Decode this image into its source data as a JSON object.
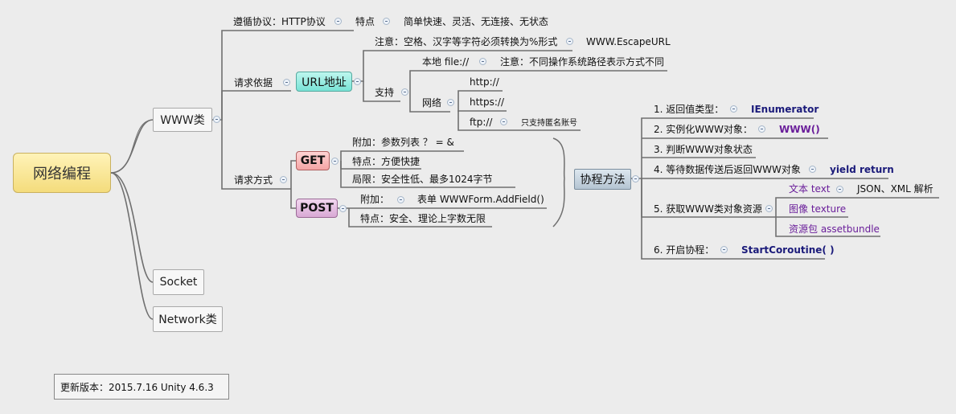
{
  "root": "网络编程",
  "version": "更新版本：2015.7.16  Unity 4.6.3",
  "www": {
    "label": "WWW类",
    "protocol": {
      "label": "遵循协议：HTTP协议",
      "feature": "特点",
      "feature_text": "简单快速、灵活、无连接、无状态"
    },
    "basis": {
      "label": "请求依据",
      "url": "URL地址",
      "note": "注意：空格、汉字等字符必须转换为%形式",
      "escape": "WWW.EscapeURL",
      "support": "支持",
      "local": "本地  file://",
      "local_note": "注意：不同操作系统路径表示方式不同",
      "network": "网络",
      "protocols": [
        "http://",
        "https://",
        "ftp://"
      ],
      "ftp_note": "只支持匿名账号"
    },
    "methods": {
      "label": "请求方式",
      "get": {
        "label": "GET",
        "items": [
          "附加：参数列表  ？ =    &",
          "特点：方便快捷",
          "局限：安全性低、最多1024字节"
        ]
      },
      "post": {
        "label": "POST",
        "attach": "附加：",
        "attach_value": "表单 WWWForm.AddField()",
        "feature": "特点：安全、理论上字数无限"
      }
    },
    "coroutine": {
      "label": "协程方法",
      "steps": [
        {
          "label": "1. 返回值类型：",
          "value": "IEnumerator"
        },
        {
          "label": "2. 实例化WWW对象：",
          "value": "WWW()"
        },
        {
          "label": "3. 判断WWW对象状态",
          "value": ""
        },
        {
          "label": "4. 等待数据传送后返回WWW对象",
          "value": "yield return"
        },
        {
          "label": "5. 获取WWW类对象资源",
          "value": ""
        },
        {
          "label": "6. 开启协程：",
          "value": "StartCoroutine( )"
        }
      ],
      "resources": [
        {
          "label": "文本 text",
          "extra": "JSON、XML 解析"
        },
        {
          "label": "图像 texture",
          "extra": ""
        },
        {
          "label": "资源包 assetbundle",
          "extra": ""
        }
      ]
    }
  },
  "socket": "Socket",
  "network": "Network类",
  "colors": {
    "line": "#6f6f6f",
    "root_fill": "#f4dc7c",
    "url_fill": "#78e3d6",
    "get_fill": "#f4a5a5",
    "post_fill": "#d8a8d4",
    "coroutine_fill": "#b4c4d2",
    "navy": "#1a1a7a",
    "purple": "#6a1e9a"
  }
}
